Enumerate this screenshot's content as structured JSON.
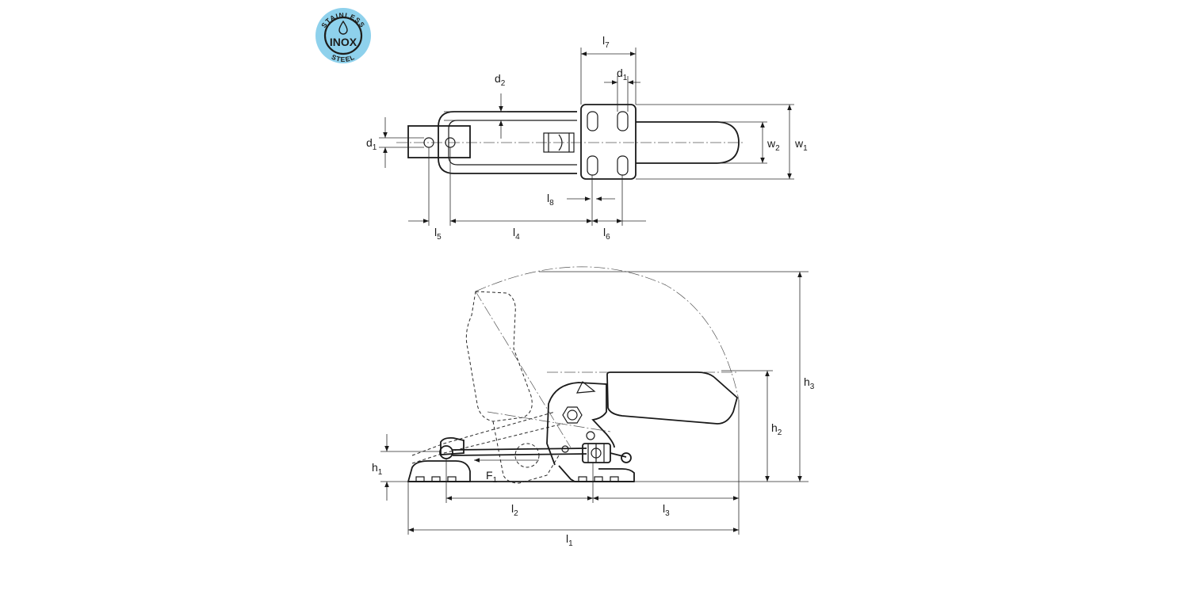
{
  "badge": {
    "top_text": "STAINLESS",
    "center_text": "INOX",
    "bottom_text": "STEEL",
    "fill_color": "#8ed1ec",
    "ink_color": "#1d1d1b",
    "icon": "water-drop-icon"
  },
  "top_view": {
    "labels": {
      "l7": {
        "main": "l",
        "sub": "7"
      },
      "d1_top": {
        "main": "d",
        "sub": "1"
      },
      "d2": {
        "main": "d",
        "sub": "2"
      },
      "d1_left": {
        "main": "d",
        "sub": "1"
      },
      "w2": {
        "main": "w",
        "sub": "2"
      },
      "w1": {
        "main": "w",
        "sub": "1"
      },
      "l8": {
        "main": "l",
        "sub": "8"
      },
      "l5": {
        "main": "l",
        "sub": "5"
      },
      "l4": {
        "main": "l",
        "sub": "4"
      },
      "l6": {
        "main": "l",
        "sub": "6"
      }
    }
  },
  "side_view": {
    "labels": {
      "h1": {
        "main": "h",
        "sub": "1"
      },
      "h2": {
        "main": "h",
        "sub": "2"
      },
      "h3": {
        "main": "h",
        "sub": "3"
      },
      "f1": {
        "main": "F",
        "sub": "1"
      },
      "l2": {
        "main": "l",
        "sub": "2"
      },
      "l3": {
        "main": "l",
        "sub": "3"
      },
      "l1": {
        "main": "l",
        "sub": "1"
      }
    }
  }
}
